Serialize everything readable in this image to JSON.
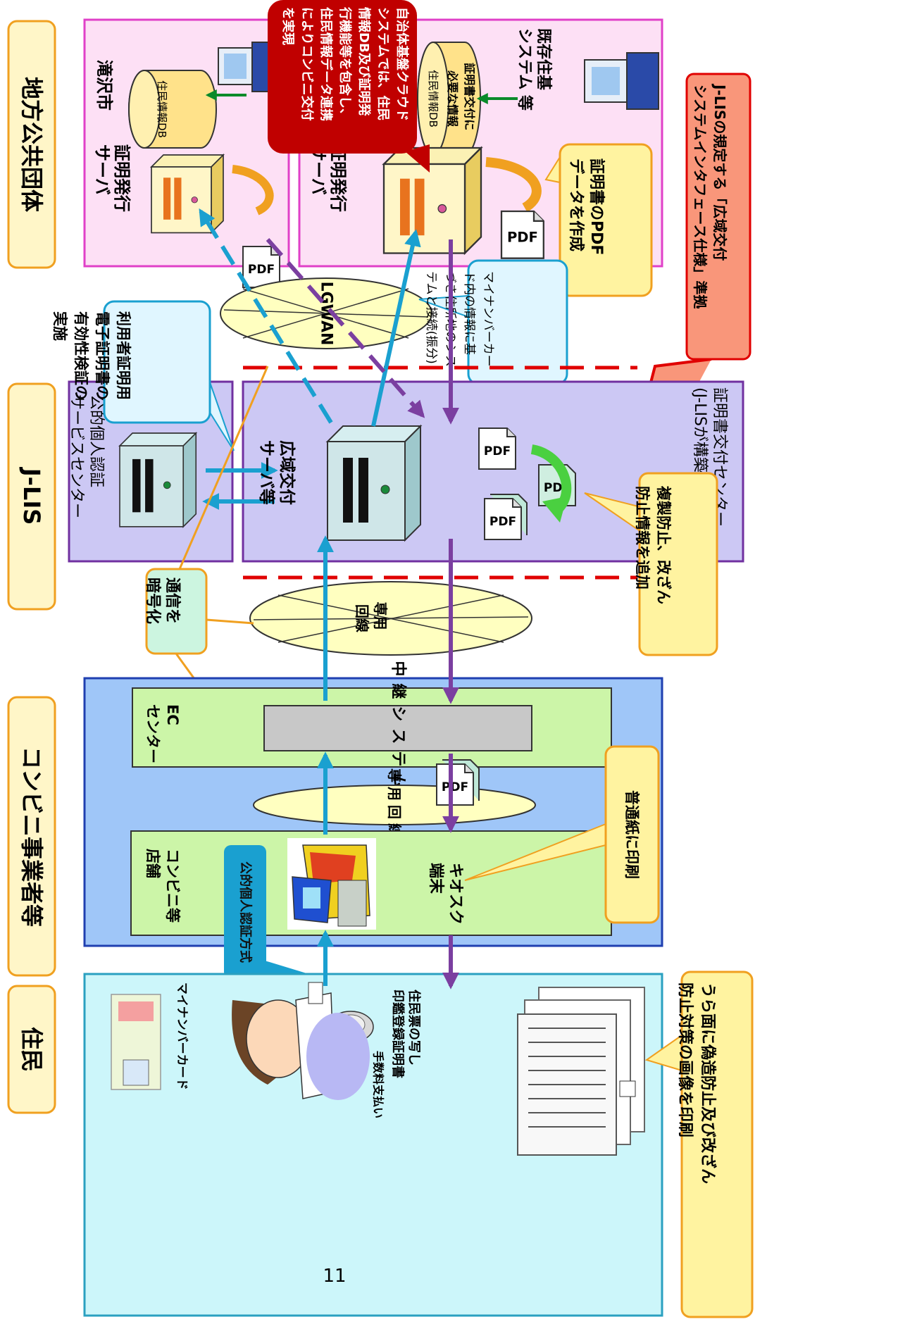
{
  "zones": {
    "local_gov": "地方公共団体",
    "jlis": "J-LIS",
    "conv_operator": "コンビニ事業者等",
    "resident": "住民"
  },
  "takizawa": {
    "city": "滝沢市",
    "db": "住民情報DB",
    "server": [
      "証明発行",
      "サーバ"
    ]
  },
  "cloud": {
    "existing_system": [
      "既存住基",
      "システム 等"
    ],
    "db": "住民情報DB",
    "db_note": [
      "証明書交付に",
      "必要な情報"
    ],
    "server": [
      "証明発行",
      "サーバ"
    ],
    "pdf_note": [
      "証明書のPDF",
      "データを作成"
    ]
  },
  "red_callout": [
    "自治体基盤クラウド",
    "システムでは、住民",
    "情報DB及び証明発",
    "行機能等を包含し、",
    "住民情報データ連携",
    "によりコンビニ交付",
    "を実現"
  ],
  "lgwan": "LGWAN",
  "lgwan_note": [
    "マイナンバーカー",
    "ド内の情報に基",
    "づき住所地のシス",
    "テムと接続(振分)"
  ],
  "spec_callout": [
    "J-LISの規定する「広域交付",
    "システムインタフェース仕様」準拠"
  ],
  "jpki_center": [
    "公的個人認証",
    "サービスセンター"
  ],
  "jpki_note": [
    "利用者証明用",
    "電子証明書の",
    "有効性検証の",
    "実施"
  ],
  "wide_server": [
    "広域交付",
    "サーバ等"
  ],
  "cert_center": [
    "証明書交付センター",
    "(J-LISが構築・運用)"
  ],
  "copy_note": [
    "複製防止、改ざん",
    "防止情報を追加"
  ],
  "pdf": "PDF",
  "dedicated_line": [
    "専用",
    "回線"
  ],
  "encrypt_note": [
    "通信を",
    "暗号化"
  ],
  "ec_center": [
    "EC",
    "センター"
  ],
  "relay": "中継システム",
  "dedicated_line2": "専用回線",
  "store": [
    "コンビニ等",
    "店舗"
  ],
  "kiosk": [
    "キオスク",
    "端末"
  ],
  "print_note": "普通紙に印刷",
  "jpki_method": "公的個人認証方式",
  "my_number_card": "マイナンバーカード",
  "fee": "手数料支払い",
  "docs": [
    "住民票の写し",
    "印鑑登録証明書"
  ],
  "back_print": [
    "うら面に偽造防止及び改ざん",
    "防止対策の画像を印刷"
  ],
  "page_number": "11"
}
